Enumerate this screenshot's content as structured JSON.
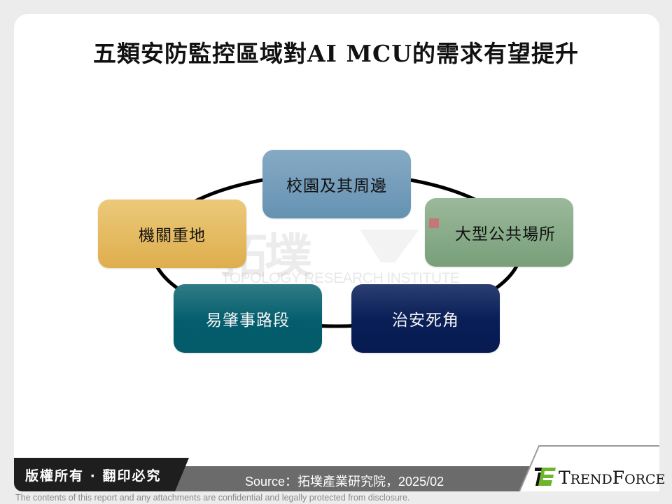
{
  "slide": {
    "title": "五類安防監控區域對AI MCU的需求有望提升"
  },
  "diagram": {
    "type": "cycle",
    "nodes": [
      {
        "id": "top",
        "label": "校園及其周邊",
        "color": "#7aa0bf"
      },
      {
        "id": "right",
        "label": "大型公共場所",
        "color": "#8aad8a"
      },
      {
        "id": "bottom-right",
        "label": "治安死角",
        "color": "#0d2158"
      },
      {
        "id": "bottom-left",
        "label": "易肇事路段",
        "color": "#0a6270"
      },
      {
        "id": "left",
        "label": "機關重地",
        "color": "#e6bd62"
      }
    ],
    "connector": "ellipse-ring"
  },
  "watermark": {
    "chinese": "拓墣",
    "english": "TOPOLOGY RESEARCH INSTITUTE"
  },
  "footer": {
    "copyright": "版權所有 · 翻印必究",
    "source": "Source：拓墣產業研究院，2025/02",
    "logo_text": "TrendForce",
    "logo_text_parts": {
      "t": "T",
      "rend": "REND",
      "f": "F",
      "orce": "ORCE"
    },
    "disclaimer": "The contents of this report and any attachments are confidential and legally protected from disclosure."
  },
  "colors": {
    "background": "#ececec",
    "footer_dark": "#1e1e1e",
    "footer_grey": "#6b6b6b",
    "logo_green": "#6fb52c"
  }
}
